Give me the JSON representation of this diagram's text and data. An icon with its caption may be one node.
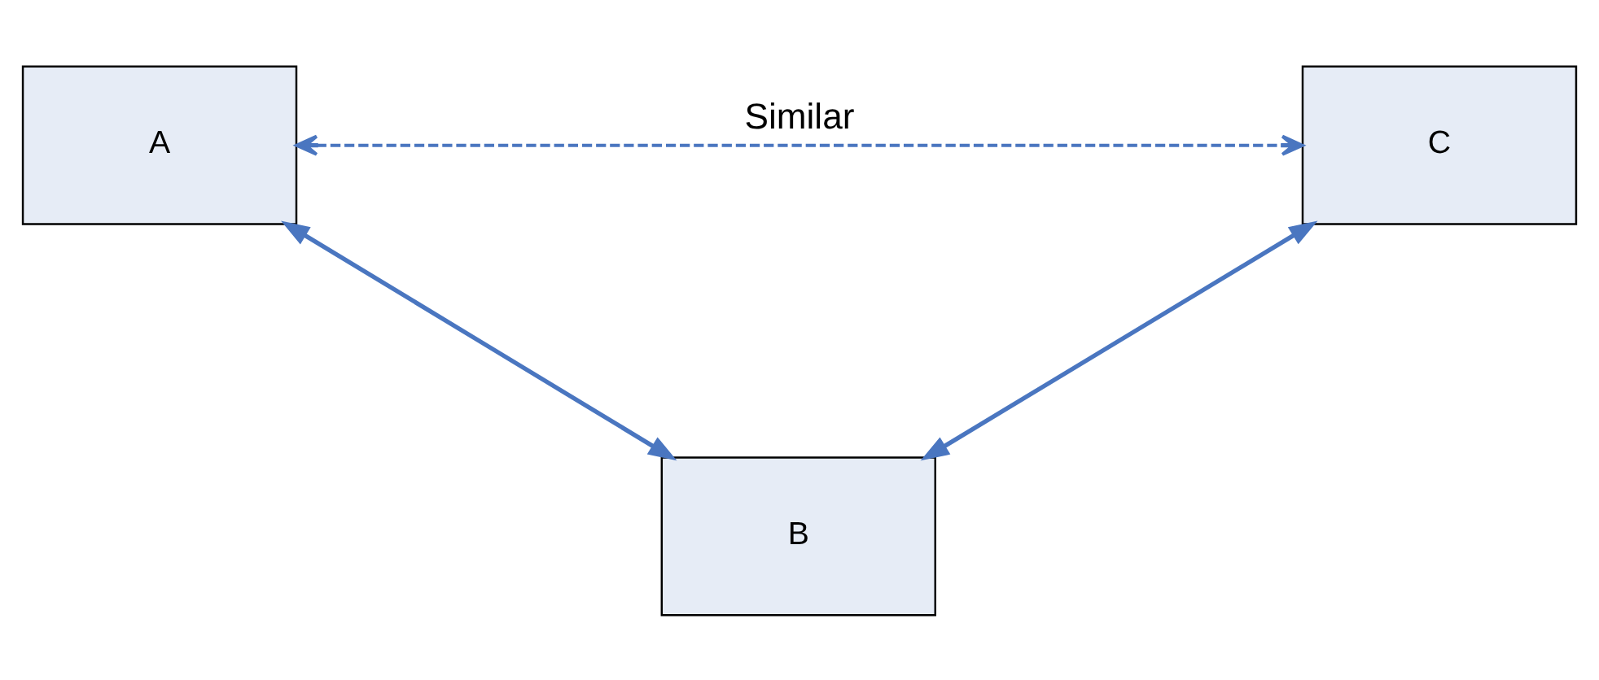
{
  "diagram": {
    "nodes": [
      {
        "text": [
          "A"
        ]
      },
      {
        "text": [
          "C"
        ]
      },
      {
        "text": [
          "B"
        ]
      }
    ],
    "edges": [
      {
        "from": 0,
        "to": 1,
        "arrow": "both",
        "label": "Similar",
        "style": "dashed"
      },
      {
        "from": 2,
        "to": 0,
        "arrow": "both"
      },
      {
        "from": 1,
        "to": 2,
        "arrow": "both"
      }
    ]
  }
}
